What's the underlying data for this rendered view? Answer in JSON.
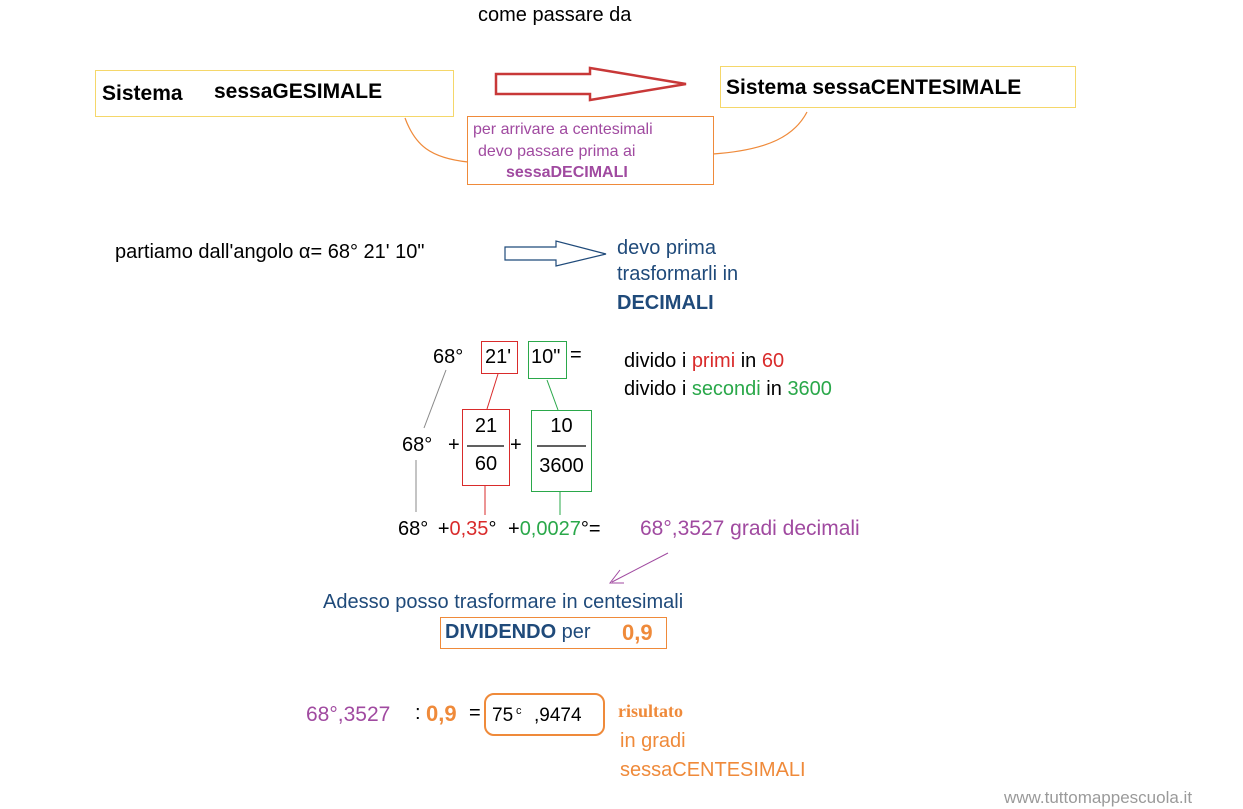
{
  "title": "come passare da",
  "source_system": {
    "word": "Sistema",
    "name": "sessaGESIMALE"
  },
  "target_system": {
    "label": "Sistema sessaCENTESIMALE"
  },
  "note": {
    "line1": "per arrivare a  centesimali",
    "line2": "devo passare prima ai",
    "line3": "sessaDECIMALI"
  },
  "start": {
    "label": "partiamo dall'angolo α= 68° 21' 10\""
  },
  "convert_note": {
    "line1": "devo prima",
    "line2": "trasformarli in",
    "line3": "DECIMALI"
  },
  "angle": {
    "degrees": "68°",
    "primes": "21'",
    "seconds": "10\"",
    "equals": "="
  },
  "rule": {
    "line1": {
      "a": "divido i ",
      "b": "primi",
      "c": " in ",
      "d": "60"
    },
    "line2": {
      "a": "divido i ",
      "b": "secondi",
      "c": " in ",
      "d": "3600"
    }
  },
  "fraction_row": {
    "degrees": "68°",
    "plus": "+",
    "primes_num": "21",
    "primes_den": "60",
    "seconds_num": "10",
    "seconds_den": "3600"
  },
  "decimal_row": {
    "degrees": "68°",
    "plus1": "+",
    "primes_dec": "0,35",
    "deg1": "°",
    "plus2": "+",
    "seconds_dec": "0,0027",
    "deg2": "°=",
    "result": "68°,3527 gradi decimali"
  },
  "next_step": {
    "line1": "Adesso posso trasformare in centesimali",
    "bold": "DIVIDENDO",
    "per": " per",
    "divisor": "0,9"
  },
  "final": {
    "decimal": "68°,3527",
    "colon": ":",
    "divisor": "0,9",
    "equals": "=",
    "result_main": "75",
    "result_sup": "c",
    "result_dec": ",9474"
  },
  "result_note": {
    "line1": "risultato",
    "line2": "in gradi",
    "line3": "sessaCENTESIMALI"
  },
  "watermark": "www.tuttomappescuola.it",
  "colors": {
    "purple": "#a04aa0",
    "orange": "#ef8a3a",
    "red": "#d92b2b",
    "green": "#2aa84a",
    "navy": "#1f4a7a",
    "yellow_border": "#f5d76a"
  }
}
